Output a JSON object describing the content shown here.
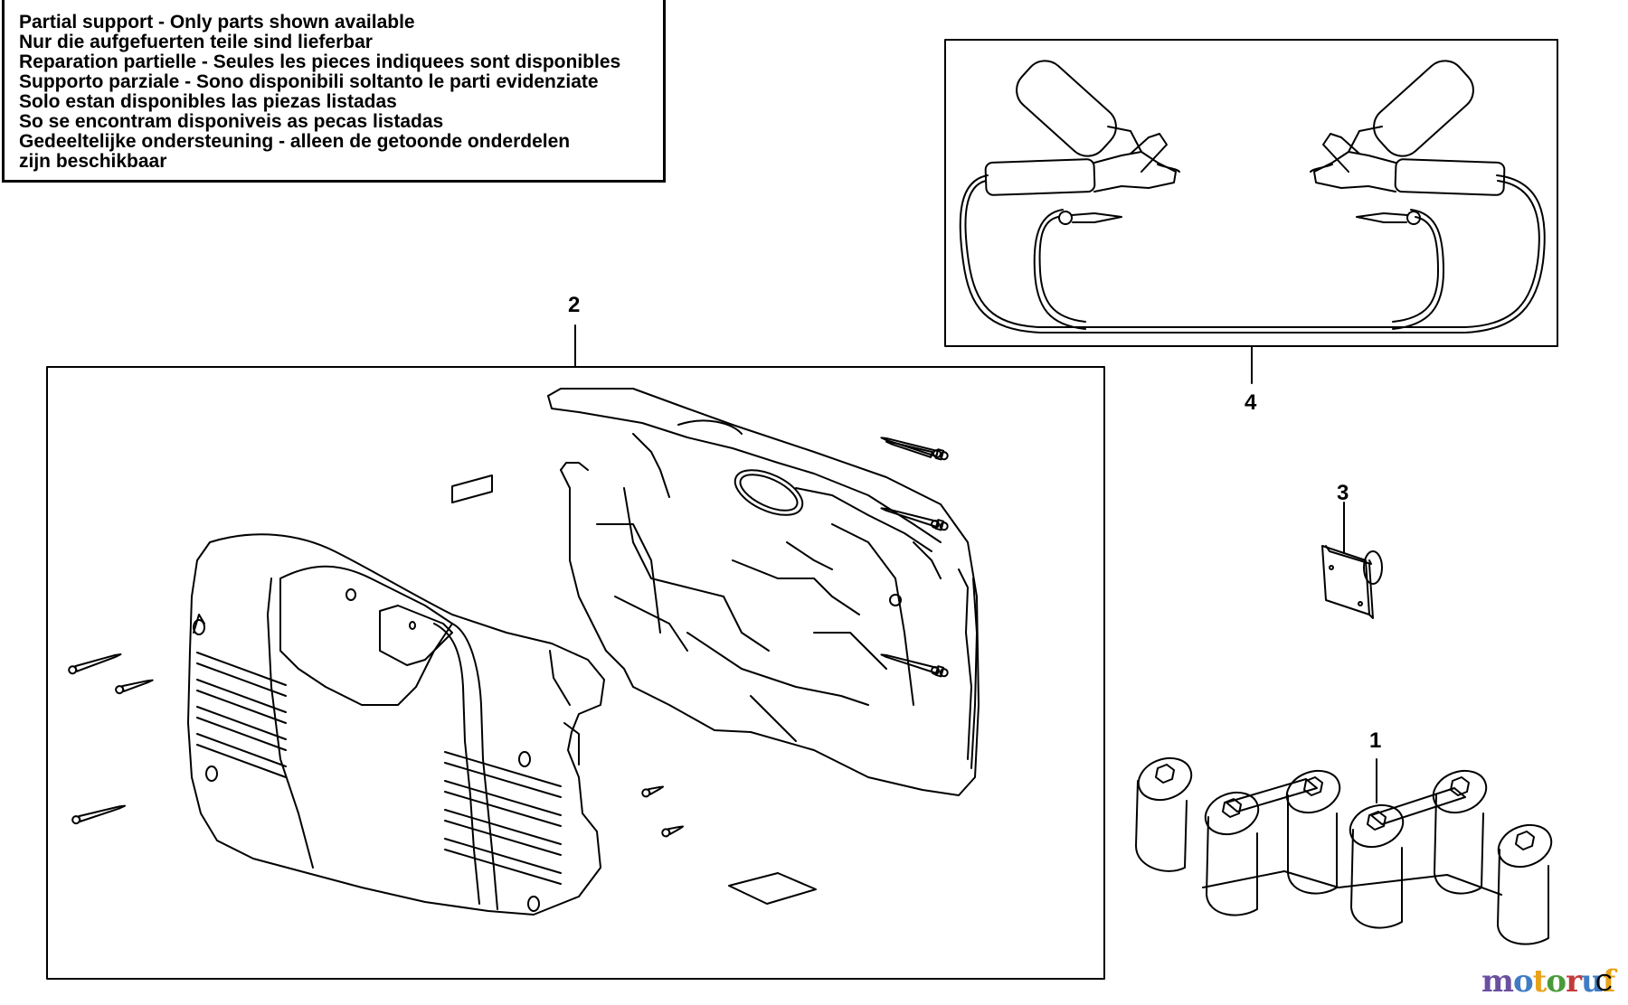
{
  "notice": {
    "lines": [
      "Partial support - Only parts shown available",
      "Nur die aufgefuerten teile sind lieferbar",
      "Reparation partielle - Seules les pieces indiquees sont disponibles",
      "Supporto parziale - Sono disponibili soltanto le parti evidenziate",
      "Solo estan disponibles las piezas listadas",
      "So se encontram disponiveis as pecas listadas",
      "Gedeeltelijke ondersteuning - alleen de getoonde onderdelen",
      "zijn beschikbaar"
    ]
  },
  "callouts": {
    "housing": "2",
    "cables": "4",
    "circuit_board": "3",
    "battery_pack": "1"
  },
  "watermark": {
    "letters": [
      "m",
      "o",
      "t",
      "o",
      "r",
      "u",
      "f"
    ],
    "colors": [
      "#6b4fa0",
      "#3f7cc4",
      "#e8a21a",
      "#4a9a3a",
      "#c23b3b",
      "#3f7cc4",
      "#e8a21a"
    ]
  },
  "corner_mark": "C",
  "colors": {
    "line": "#000000",
    "background": "#ffffff"
  }
}
